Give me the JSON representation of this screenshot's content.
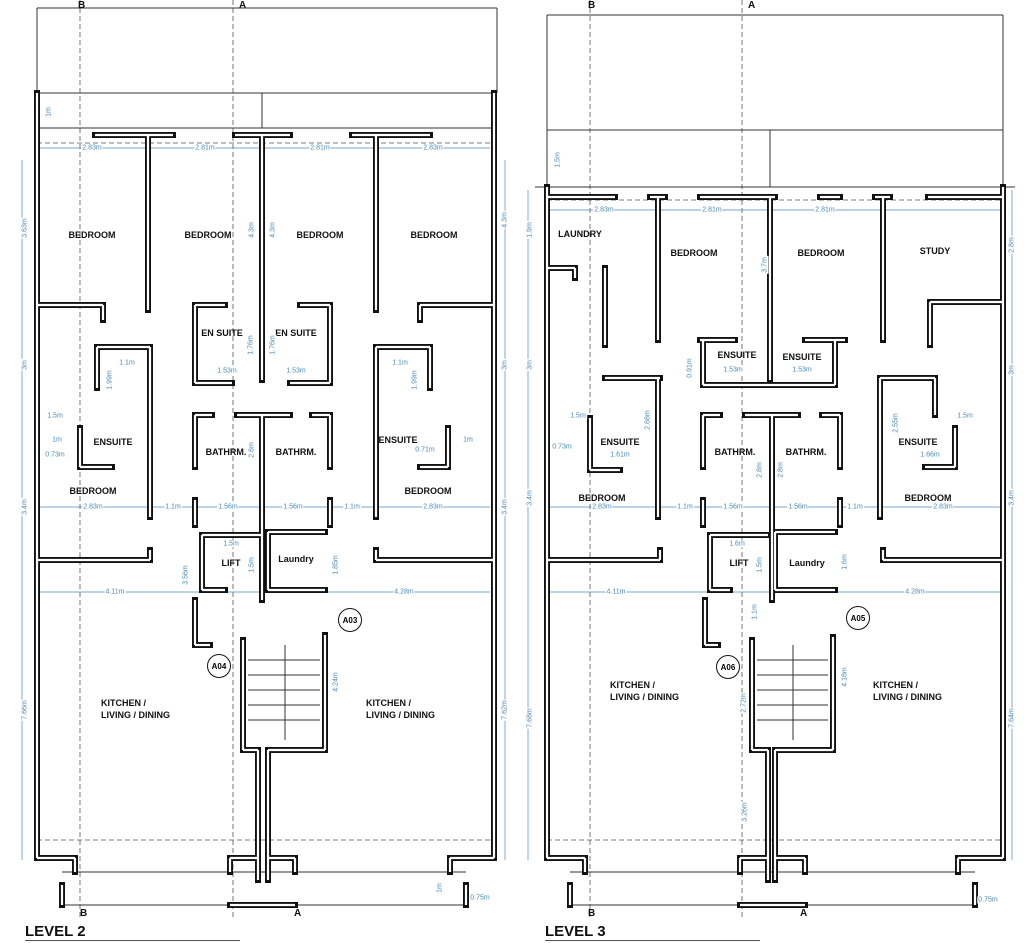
{
  "levels": [
    {
      "title": "LEVEL 2",
      "section_marks": [
        "B",
        "A",
        "B",
        "A"
      ],
      "rooms": [
        "BEDROOM",
        "BEDROOM",
        "BEDROOM",
        "BEDROOM",
        "EN SUITE",
        "EN SUITE",
        "ENSUITE",
        "BATHRM.",
        "BATHRM.",
        "ENSUITE",
        "BEDROOM",
        "BEDROOM",
        "LIFT",
        "Laundry",
        "KITCHEN /\nLIVING / DINING",
        "KITCHEN /\nLIVING / DINING"
      ],
      "tags": [
        "A04",
        "A03"
      ],
      "dimensions": [
        "1m",
        "2.83m",
        "2.81m",
        "2.81m",
        "2.83m",
        "3.63m",
        "4.3m",
        "4.3m",
        "4.3m",
        "1.76m",
        "1.76m",
        "1.53m",
        "1.53m",
        "1.1m",
        "1.1m",
        "1.99m",
        "1.99m",
        "1.5m",
        "1m",
        "0.73m",
        "0.71m",
        "1m",
        "3m",
        "3m",
        "3.4m",
        "3.4m",
        "2.83m",
        "1.1m",
        "1.56m",
        "1.56m",
        "1.1m",
        "2.83m",
        "2.8m",
        "1.5m",
        "1.5m",
        "3.56m",
        "1.85m",
        "4.11m",
        "4.28m",
        "4.24m",
        "7.66m",
        "7.62m",
        "1m",
        "0.75m"
      ]
    },
    {
      "title": "LEVEL 3",
      "section_marks": [
        "B",
        "A",
        "B",
        "A"
      ],
      "rooms": [
        "LAUNDRY",
        "BEDROOM",
        "BEDROOM",
        "STUDY",
        "ENSUITE",
        "ENSUITE",
        "ENSUITE",
        "BATHRM.",
        "BATHRM.",
        "ENSUITE",
        "BEDROOM",
        "BEDROOM",
        "LIFT",
        "Laundry",
        "KITCHEN /\nLIVING / DINING",
        "KITCHEN /\nLIVING / DINING"
      ],
      "tags": [
        "A06",
        "A05"
      ],
      "dimensions": [
        "1.5m",
        "2.83m",
        "2.81m",
        "2.81m",
        "1.9m",
        "2.8m",
        "3.7m",
        "0.91m",
        "1.53m",
        "1.53m",
        "3m",
        "3m",
        "1.5m",
        "2.68m",
        "0.73m",
        "1.61m",
        "2.55m",
        "1.5m",
        "1.66m",
        "2.8m",
        "2.8m",
        "3.4m",
        "3.4m",
        "2.83m",
        "1.1m",
        "1.56m",
        "1.56m",
        "1.1m",
        "2.83m",
        "1.6m",
        "1.5m",
        "1.6m",
        "4.11m",
        "4.28m",
        "1.1m",
        "2.72m",
        "4.18m",
        "3.26m",
        "7.68m",
        "7.64m",
        "0.75m"
      ]
    }
  ],
  "colors": {
    "wall": "#111111",
    "dimension": "#4a8ab8",
    "grid": "#555555"
  }
}
